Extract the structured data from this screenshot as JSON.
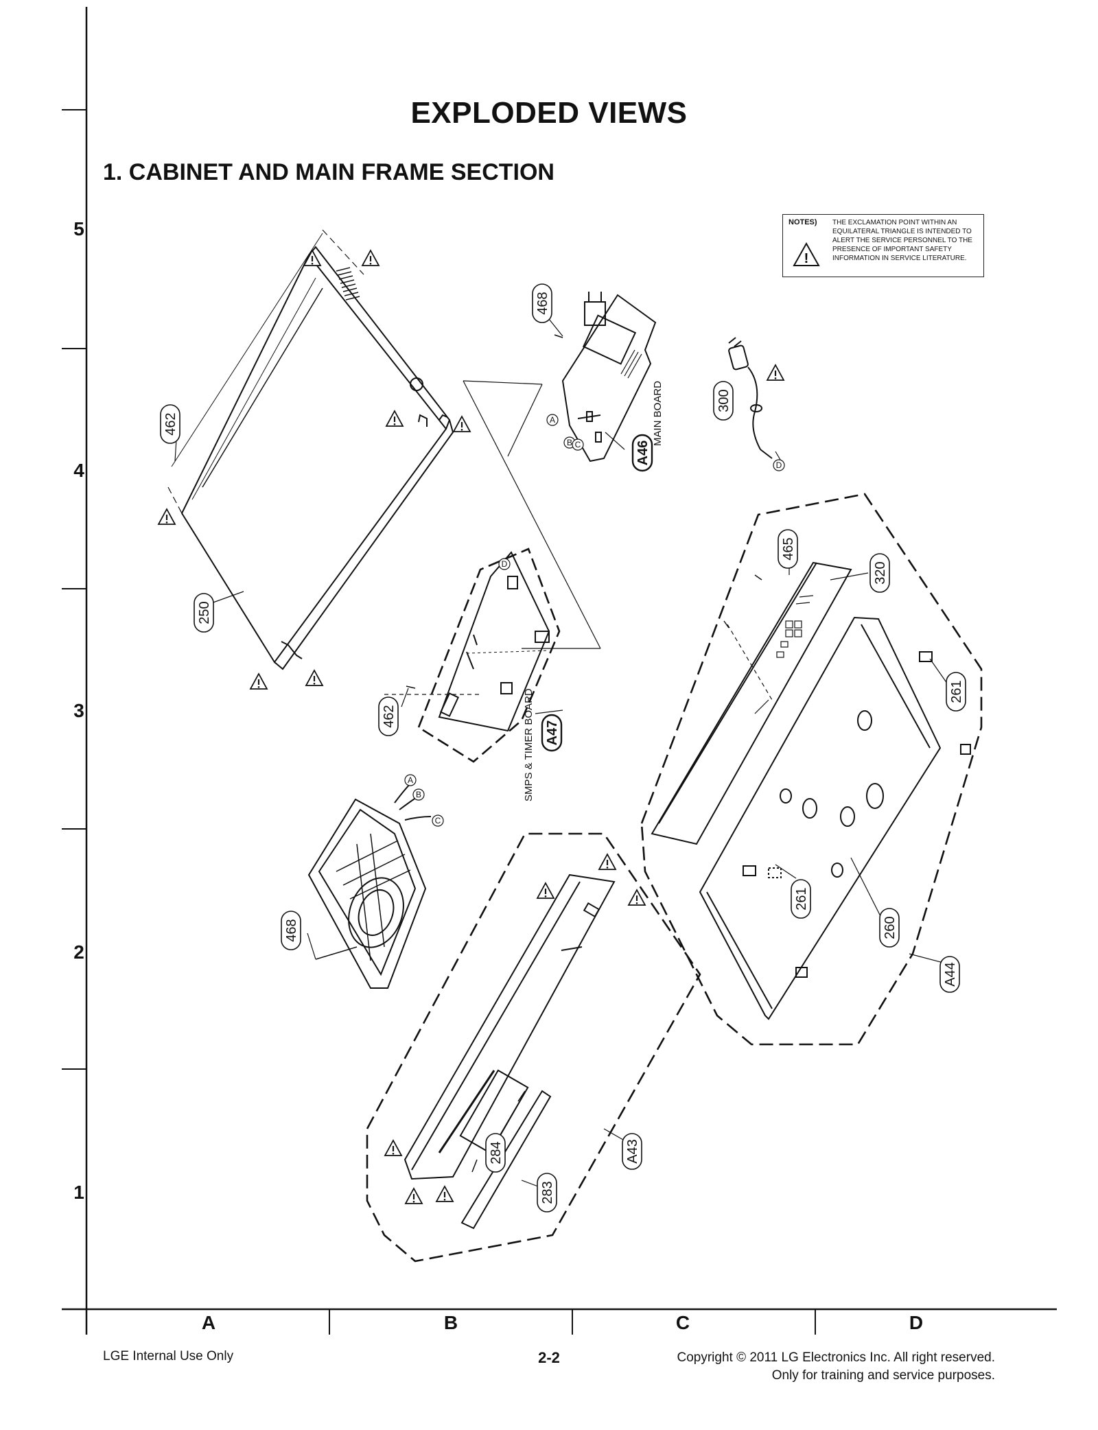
{
  "page": {
    "title": "EXPLODED VIEWS",
    "section": "1. CABINET AND MAIN FRAME SECTION",
    "row_labels": [
      "5",
      "4",
      "3",
      "2",
      "1"
    ],
    "column_labels": [
      "A",
      "B",
      "C",
      "D"
    ],
    "footer_left": "LGE Internal Use Only",
    "page_number": "2-2",
    "copyright_line1": "Copyright © 2011 LG Electronics Inc. All right reserved.",
    "copyright_line2": "Only for training and service purposes."
  },
  "notes": {
    "heading": "NOTES)",
    "text": "THE EXCLAMATION POINT WITHIN AN EQUILATERAL TRIANGLE IS INTENDED TO ALERT THE SERVICE PERSONNEL TO THE PRESENCE OF IMPORTANT SAFETY INFORMATION IN SERVICE LITERATURE."
  },
  "part_callouts": [
    "462",
    "250",
    "468",
    "A46",
    "300",
    "465",
    "320",
    "261",
    "462",
    "A47",
    "468",
    "261",
    "260",
    "A44",
    "A43",
    "284",
    "283"
  ],
  "board_labels": {
    "main": "MAIN BOARD",
    "smps": "SMPS & TIMER BOARD"
  },
  "connector_letters": [
    "A",
    "B",
    "C",
    "D"
  ],
  "colors": {
    "ink": "#111111",
    "paper": "#ffffff"
  }
}
